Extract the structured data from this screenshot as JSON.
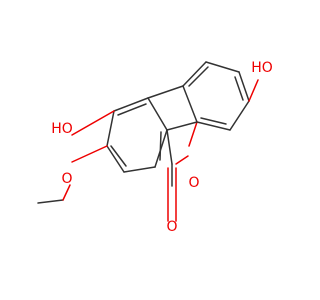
{
  "molecule": {
    "atoms": {
      "oh_top": {
        "text": "HO",
        "color": "#ee0000"
      },
      "oh_left": {
        "text": "HO",
        "color": "#ee0000"
      },
      "ring_o": {
        "text": "O",
        "color": "#ee0000"
      },
      "carbonyl_o": {
        "text": "O",
        "color": "#ee0000"
      },
      "methoxy_o": {
        "text": "O",
        "color": "#ee0000"
      }
    },
    "colors": {
      "bond": "#333333",
      "heteroatom": "#ee0000",
      "background": "#ffffff"
    }
  }
}
